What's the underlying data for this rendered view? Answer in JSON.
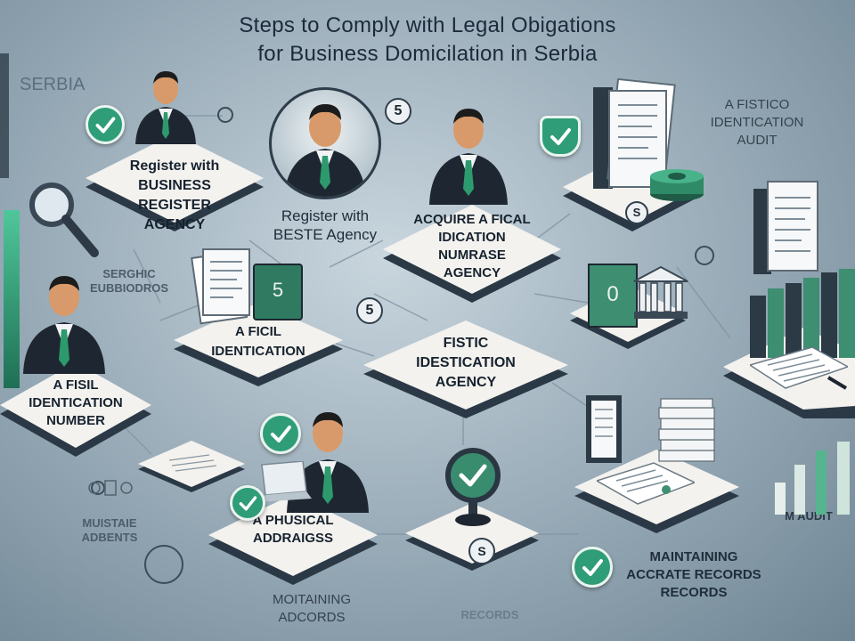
{
  "title": {
    "line1": "Steps to Comply with Legal Obigations",
    "line2": "for Business Domicilation in Serbia"
  },
  "side_labels": {
    "serbia": "SERBIA",
    "left_small": "SERGHIC EUBBIODROS",
    "bottom_left": "MUISTAIE ADBENTS",
    "audit": "M AUDIT",
    "top_right": "A FISTICO IDENTICATION AUDIT"
  },
  "tiles": {
    "register_agency": "Register with BUSINESS REGISTER AGENCY",
    "register_center": "Register with BESTE Agency",
    "acquire": "ACQUIRE A FICAL IDICATION NUMRASE AGENCY",
    "fiscal_identification": "A FICIL IDENTICATION",
    "fistic_agency": "FISTIC IDESTICATION AGENCY",
    "fiscal_number": "A FISIL IDENTICATION NUMBER",
    "physical_address": "A PHUSICAL ADDRAIGSS",
    "maintaining_records": "MAINTAINING ACCRATE RECORDS RECORDS",
    "maintaining_adcords": "MOITAINING ADCORDS",
    "records": "RECORDS"
  },
  "badges": {
    "coin_1": "5",
    "coin_2": "S",
    "coin_3": "5",
    "coin_4": "S",
    "doc_number": "5",
    "bank_sign": "0"
  },
  "icons": [
    "check-icon",
    "person-icon",
    "magnifier-icon",
    "document-icon",
    "binder-icon",
    "money-icon",
    "bank-icon",
    "bar-chart-icon",
    "laptop-icon"
  ],
  "colors": {
    "accent_green": "#2f9d77",
    "suit": "#1e2731",
    "tile_top": "#f4f2ee",
    "tile_side": "#2b3947",
    "title_text": "#1c2a3a"
  }
}
